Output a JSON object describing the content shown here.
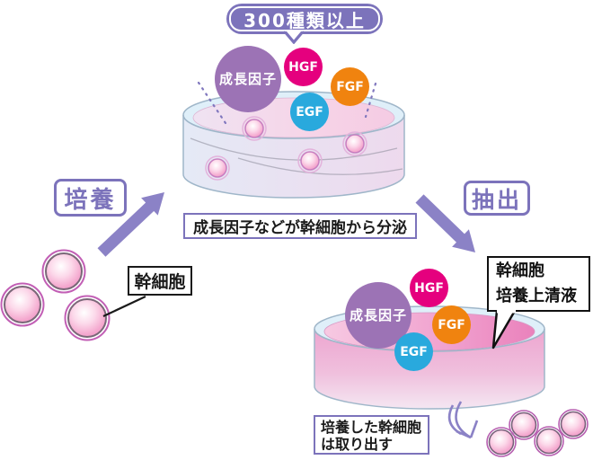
{
  "badge": {
    "label": "300種類以上"
  },
  "factors": {
    "growth_factor": "成長因子",
    "hgf": "HGF",
    "fgf": "FGF",
    "egf": "EGF"
  },
  "steps": {
    "culture": "培養",
    "extract": "抽出"
  },
  "labels": {
    "stem_cell": "幹細胞",
    "dish1_caption": "成長因子などが幹細胞から分泌",
    "supernatant": {
      "line1": "幹細胞",
      "line2": "培養上清液"
    },
    "harvest": {
      "line1": "培養した幹細胞",
      "line2": "は取り出す"
    }
  },
  "colors": {
    "accent_purple": "#7C73BB",
    "arrow_purple": "#8B82C6",
    "growth_factor_purple": "#9C73B5",
    "hgf_magenta": "#E5007E",
    "fgf_orange": "#F0830F",
    "egf_blue": "#29A9DD",
    "stem_cell_pink": "#F2A3CD",
    "dish_rim_blue": "#DFEFF9",
    "dish1_liquid_pink": "#F6D5E8",
    "dish2_liquid_pink": "#EA82BC"
  }
}
